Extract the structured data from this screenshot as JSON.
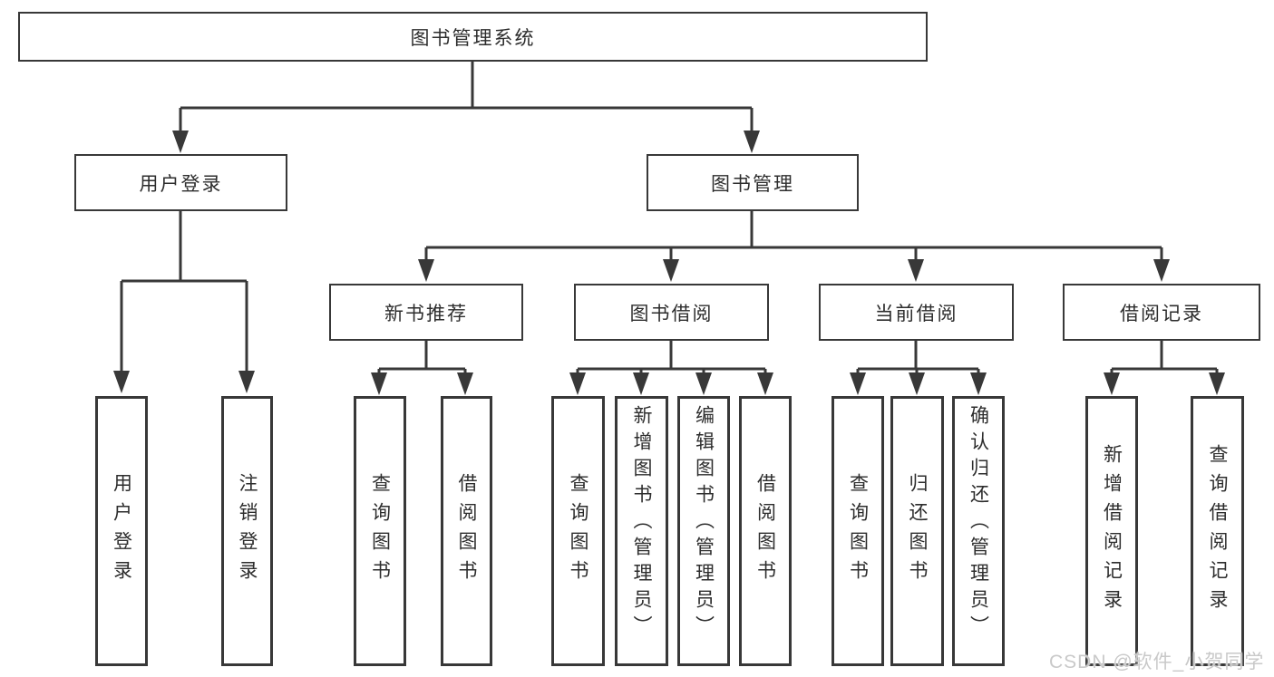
{
  "watermark": "CSDN @软件_小贺同学",
  "colors": {
    "line": "#383838",
    "box_border": "#383838",
    "text": "#2d2d2d",
    "watermark": "#c9c9c9",
    "background": "#ffffff"
  },
  "tree": {
    "root": "图书管理系统",
    "branches": [
      {
        "label": "用户登录",
        "children": [
          "用户登录",
          "注销登录"
        ]
      },
      {
        "label": "图书管理",
        "groups": [
          {
            "label": "新书推荐",
            "children": [
              "查询图书",
              "借阅图书"
            ]
          },
          {
            "label": "图书借阅",
            "children": [
              "查询图书",
              "新增图书（管理员）",
              "编辑图书（管理员）",
              "借阅图书"
            ]
          },
          {
            "label": "当前借阅",
            "children": [
              "查询图书",
              "归还图书",
              "确认归还（管理员）"
            ]
          },
          {
            "label": "借阅记录",
            "children": [
              "新增借阅记录",
              "查询借阅记录"
            ]
          }
        ]
      }
    ]
  }
}
